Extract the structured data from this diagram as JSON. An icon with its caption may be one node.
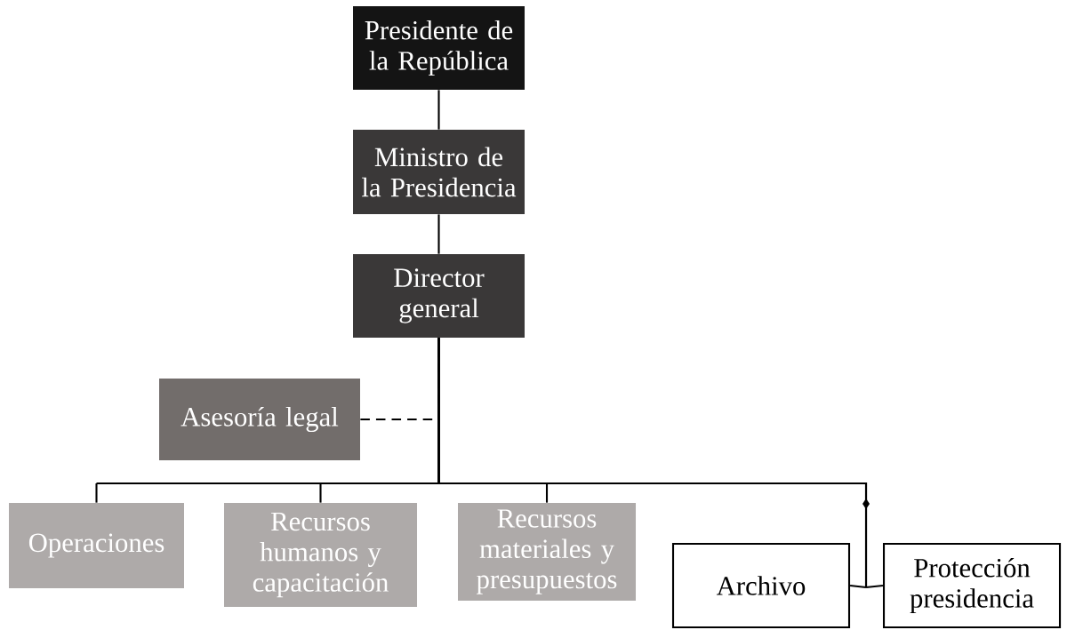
{
  "diagram": {
    "nodes": [
      {
        "text": [
          "Presidente de la República"
        ]
      },
      {
        "text": [
          "Ministro de la Presidencia"
        ]
      },
      {
        "text": [
          "Director general"
        ]
      },
      {
        "text": [
          "Asesoría legal"
        ]
      },
      {
        "text": [
          "Operaciones"
        ]
      },
      {
        "text": [
          "Recursos humanos y capacitación"
        ]
      },
      {
        "text": [
          "Recursos materiales y presupuestos"
        ]
      },
      {
        "text": [
          "Archivo"
        ]
      },
      {
        "text": [
          "Protección presidencia"
        ]
      }
    ],
    "edges": [
      {
        "from": 0,
        "to": 1,
        "arrow": "none"
      },
      {
        "from": 1,
        "to": 2,
        "arrow": "none"
      },
      {
        "from": 3,
        "to": 2,
        "arrow": "none",
        "style": "dashed"
      },
      {
        "from": 2,
        "to": 4,
        "arrow": "none"
      },
      {
        "from": 2,
        "to": 5,
        "arrow": "none"
      },
      {
        "from": 2,
        "to": 6,
        "arrow": "none"
      },
      {
        "from": 2,
        "to": 7,
        "arrow": "none"
      },
      {
        "from": 2,
        "to": 8,
        "arrow": "none"
      }
    ]
  }
}
